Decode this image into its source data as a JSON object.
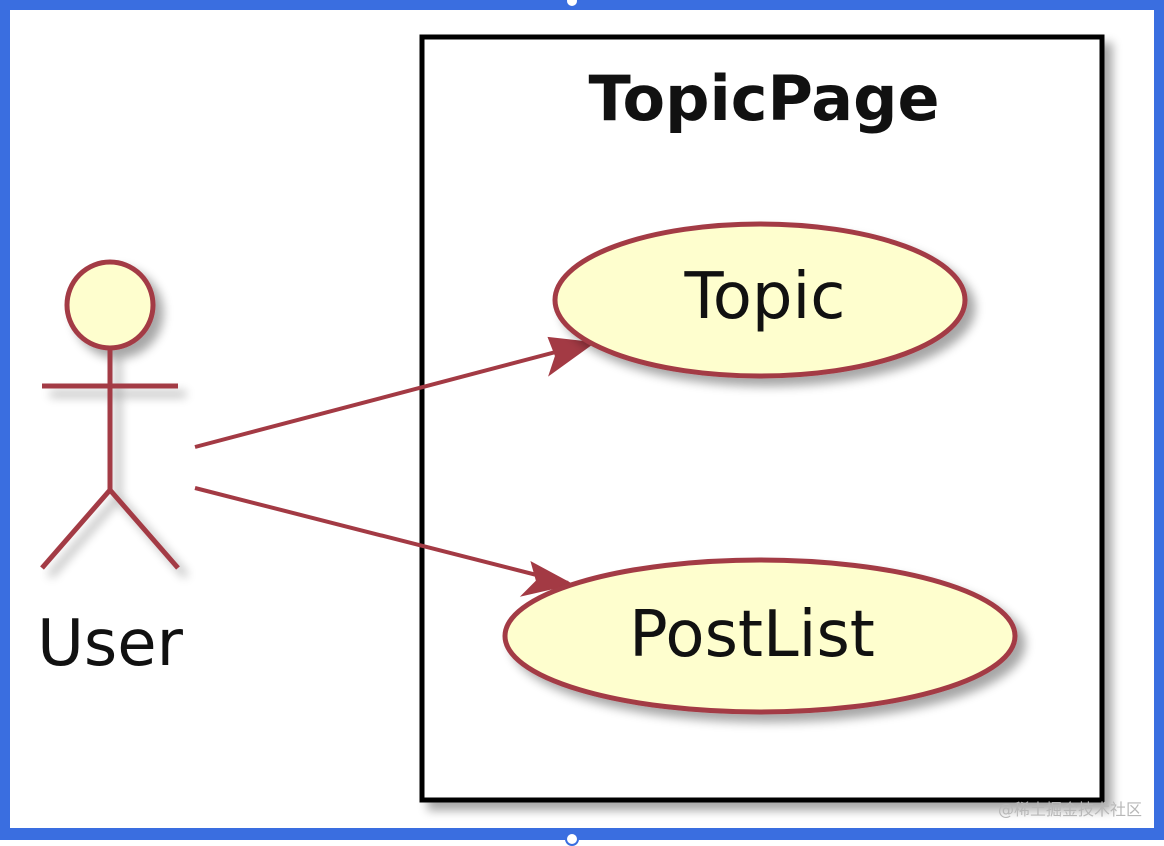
{
  "diagram": {
    "system_title": "TopicPage",
    "actor": {
      "label": "User"
    },
    "use_cases": [
      {
        "label": "Topic"
      },
      {
        "label": "PostList"
      }
    ]
  },
  "watermark": "@稀土掘金技术社区",
  "colors": {
    "frame_border": "#3a6ee0",
    "stroke": "#a33a44",
    "fill": "#fefece",
    "system_border": "#000000"
  }
}
